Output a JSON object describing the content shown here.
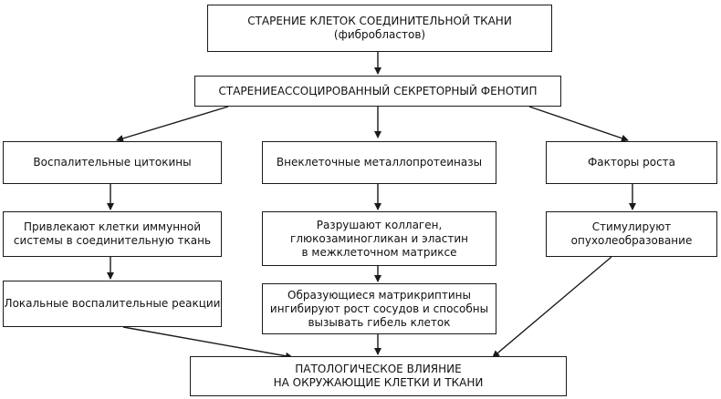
{
  "top": {
    "line1": "СТАРЕНИЕ КЛЕТОК СОЕДИНИТЕЛЬНОЙ ТКАНИ",
    "line2": "(фибробластов)"
  },
  "sasp": {
    "label": "СТАРЕНИЕАССОЦИРОВАННЫЙ СЕКРЕТОРНЫЙ ФЕНОТИП"
  },
  "left": {
    "header": "Воспалительные цитокины",
    "mid": {
      "line1": "Привлекают клетки иммунной",
      "line2": "системы в соединительную ткань"
    },
    "low": "Локальные воспалительные реакции"
  },
  "center": {
    "header": "Внеклеточные металлопротеиназы",
    "mid": {
      "line1": "Разрушают коллаген,",
      "line2": "глюкозаминогликан и эластин",
      "line3": "в межклеточном матриксе"
    },
    "low": {
      "line1": "Образующиеся матрикриптины",
      "line2": "ингибируют рост сосудов и способны",
      "line3": "вызывать гибель клеток"
    }
  },
  "right": {
    "header": "Факторы роста",
    "mid": {
      "line1": "Стимулируют",
      "line2": "опухолеобразование"
    }
  },
  "bottom": {
    "line1": "ПАТОЛОГИЧЕСКОЕ ВЛИЯНИЕ",
    "line2": "НА ОКРУЖАЮЩИЕ КЛЕТКИ И ТКАНИ"
  }
}
